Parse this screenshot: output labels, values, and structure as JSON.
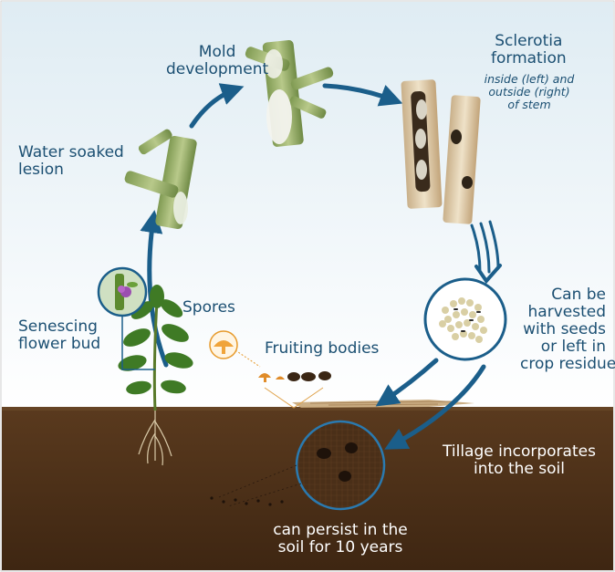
{
  "stages": {
    "mold": {
      "line1": "Mold",
      "line2": "development"
    },
    "sclerotia": {
      "line1": "Sclerotia",
      "line2": "formation",
      "note1": "inside (left) and",
      "note2": "outside (right)",
      "note3": "of stem"
    },
    "water": {
      "line1": "Water soaked",
      "line2": "lesion"
    },
    "spores": {
      "label": "Spores"
    },
    "senescing": {
      "line1": "Senescing",
      "line2": "flower bud"
    },
    "fruiting": {
      "label": "Fruiting bodies"
    },
    "harvest": {
      "line1": "Can be",
      "line2": "harvested",
      "line3": "with seeds",
      "line4": "or left in",
      "line5": "crop residue"
    },
    "tillage": {
      "line1": "Tillage incorporates",
      "line2": "into the soil"
    },
    "persist": {
      "line1": "can persist in the",
      "line2": "soil for 10 years"
    }
  },
  "colors": {
    "arrow": "#1b5e8a",
    "label": "#1b4f72",
    "soil": "#4a2f18",
    "sky_top": "#dfecf3"
  },
  "icons": [
    "stem-lesion-icon",
    "mold-stem-icon",
    "sclerotia-stem-icon",
    "seed-circle-icon",
    "soil-circle-icon",
    "soybean-plant-icon",
    "flower-bud-icon",
    "apothecia-icon"
  ]
}
